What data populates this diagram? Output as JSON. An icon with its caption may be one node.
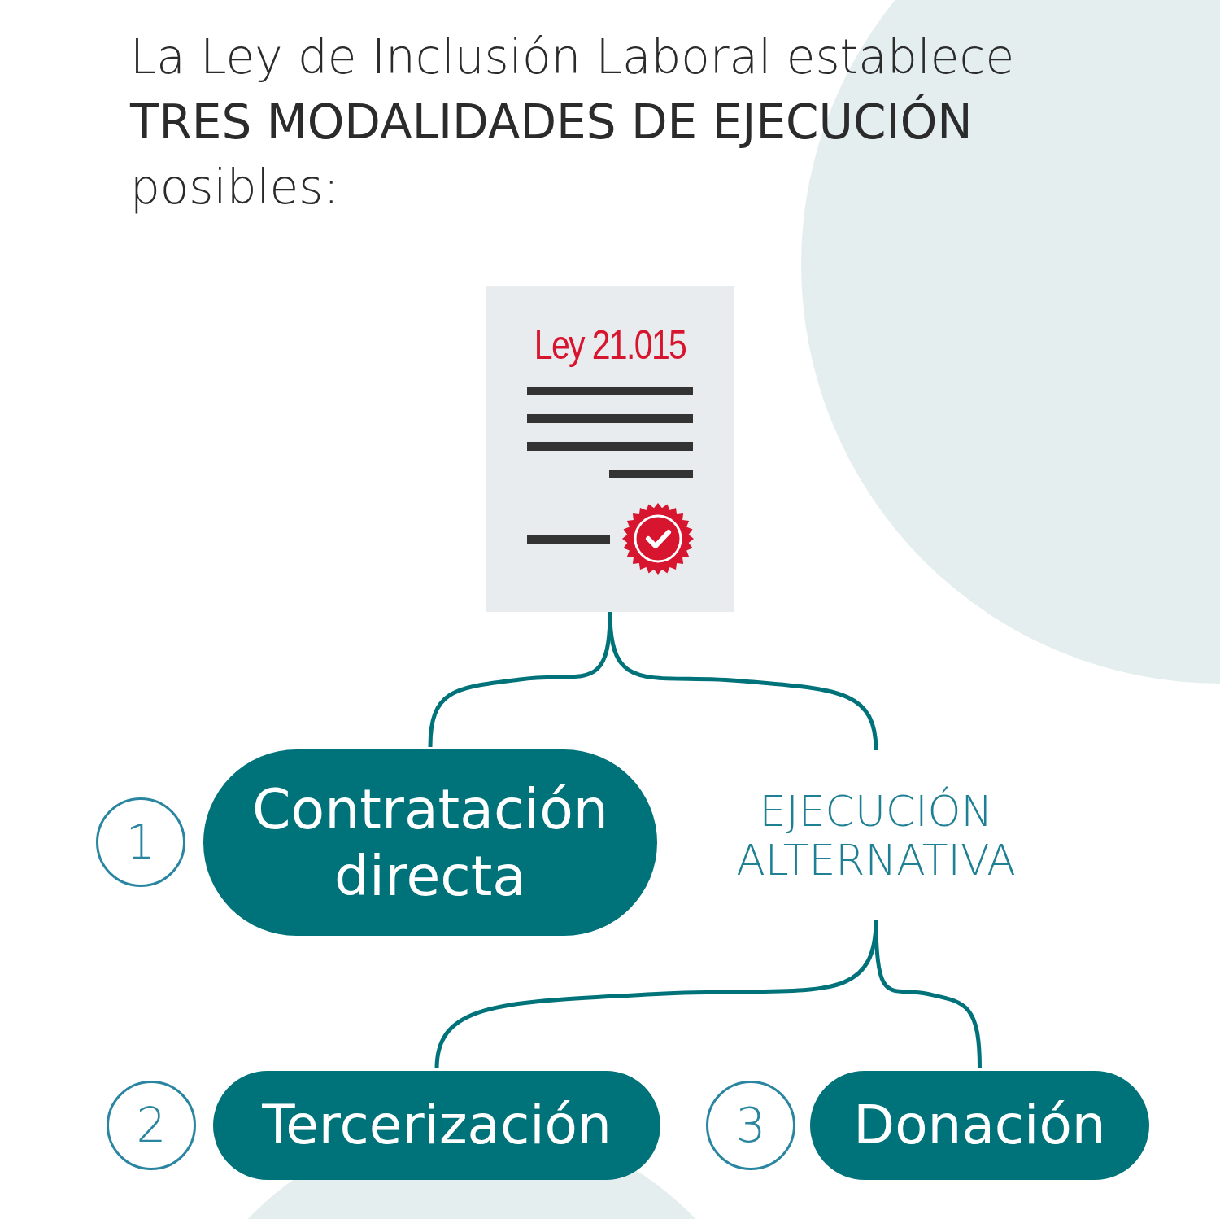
{
  "diagram": {
    "title": "La Ley de Inclusión Laboral establece **TRES MODALIDADES DE EJECUCIÓN** posibles:",
    "nodes": [
      {
        "text": [
          "Ley 21.015"
        ]
      },
      {
        "text": [
          "1"
        ]
      },
      {
        "text": [
          "Contratación directa"
        ]
      },
      {
        "text": [
          "EJECUCIÓN ALTERNATIVA"
        ]
      },
      {
        "text": [
          "2"
        ]
      },
      {
        "text": [
          "Tercerización"
        ]
      },
      {
        "text": [
          "3"
        ]
      },
      {
        "text": [
          "Donación"
        ]
      }
    ],
    "edges": [
      {
        "from": 0,
        "to": 2,
        "arrow": "none"
      },
      {
        "from": 0,
        "to": 3,
        "arrow": "none"
      },
      {
        "from": 3,
        "to": 5,
        "arrow": "none"
      },
      {
        "from": 3,
        "to": 7,
        "arrow": "none"
      }
    ]
  }
}
